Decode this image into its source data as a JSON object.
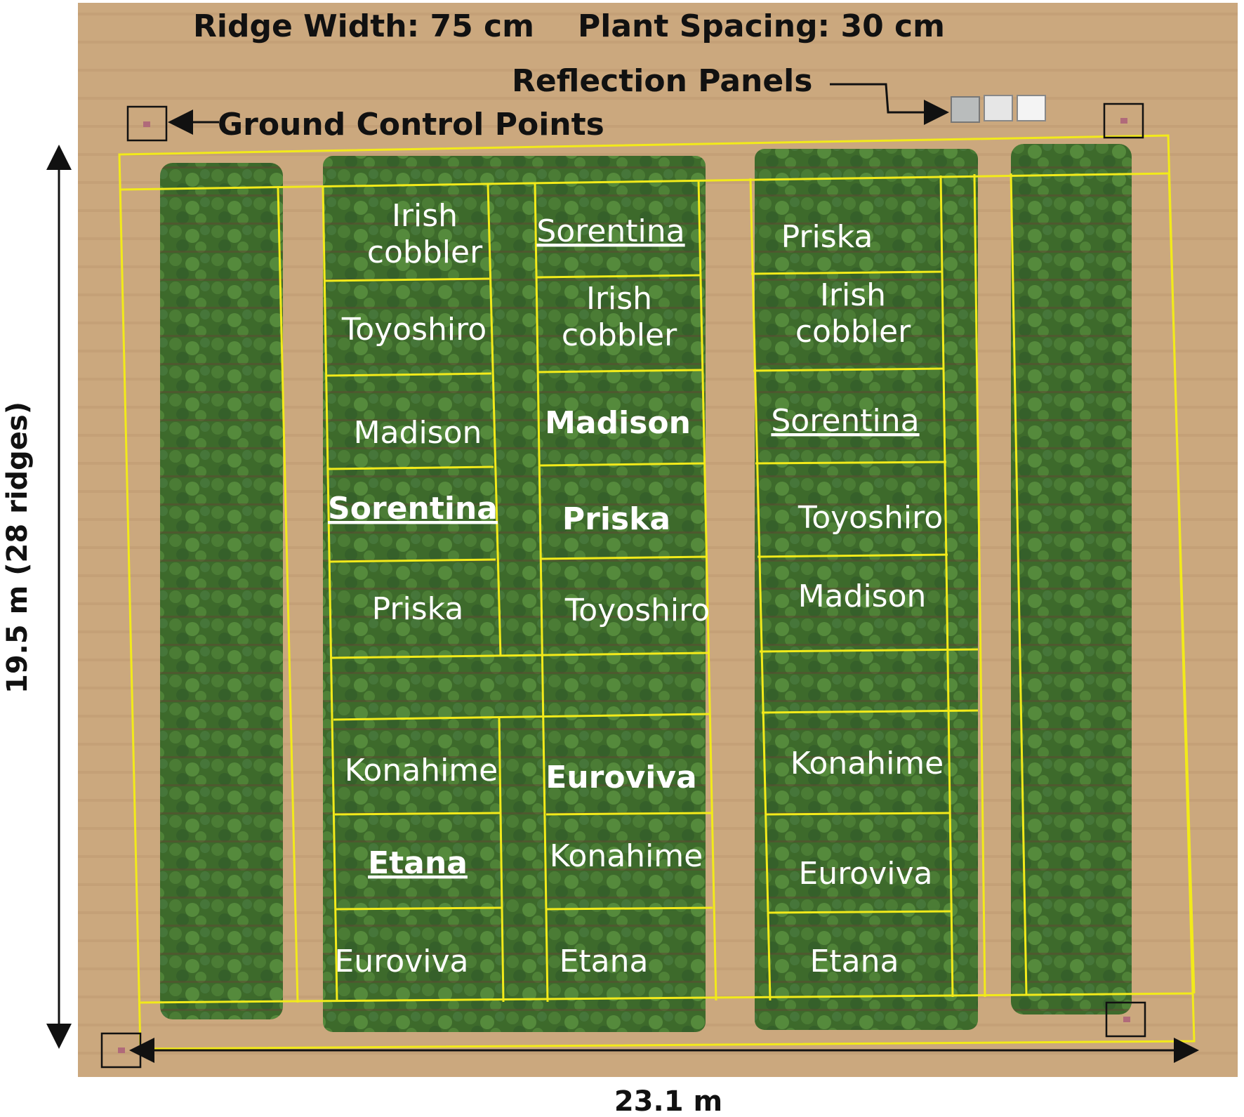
{
  "header": {
    "ridge_width": "Ridge Width: 75 cm",
    "plant_spacing": "Plant Spacing: 30 cm"
  },
  "annotations": {
    "reflection_panels": "Reflection Panels",
    "ground_control_points": "Ground Control Points",
    "height_dimension": "19.5 m (28 ridges)",
    "width_dimension": "23.1 m"
  },
  "plots": {
    "block1": [
      {
        "line1": "Irish",
        "line2": "cobbler",
        "bold": false,
        "underline": false
      },
      {
        "line1": "Toyoshiro",
        "bold": false,
        "underline": false
      },
      {
        "line1": "Madison",
        "bold": false,
        "underline": false
      },
      {
        "line1": "Sorentina",
        "bold": true,
        "underline": true
      },
      {
        "line1": "Priska",
        "bold": false,
        "underline": false
      },
      {
        "line1": "Konahime",
        "bold": false,
        "underline": false
      },
      {
        "line1": "Etana",
        "bold": true,
        "underline": true
      },
      {
        "line1": "Euroviva",
        "bold": false,
        "underline": false
      }
    ],
    "block2": [
      {
        "line1": "Sorentina",
        "bold": false,
        "underline": true
      },
      {
        "line1": "Irish",
        "line2": "cobbler",
        "bold": false,
        "underline": false
      },
      {
        "line1": "Madison",
        "bold": true,
        "underline": false
      },
      {
        "line1": "Priska",
        "bold": true,
        "underline": false
      },
      {
        "line1": "Toyoshiro",
        "bold": false,
        "underline": false
      },
      {
        "line1": "Euroviva",
        "bold": true,
        "underline": false
      },
      {
        "line1": "Konahime",
        "bold": false,
        "underline": false
      },
      {
        "line1": "Etana",
        "bold": false,
        "underline": false
      }
    ],
    "block3": [
      {
        "line1": "Priska",
        "bold": false,
        "underline": false
      },
      {
        "line1": "Irish",
        "line2": "cobbler",
        "bold": false,
        "underline": false
      },
      {
        "line1": "Sorentina",
        "bold": false,
        "underline": true
      },
      {
        "line1": "Toyoshiro",
        "bold": false,
        "underline": false
      },
      {
        "line1": "Madison",
        "bold": false,
        "underline": false
      },
      {
        "line1": "Konahime",
        "bold": false,
        "underline": false
      },
      {
        "line1": "Euroviva",
        "bold": false,
        "underline": false
      },
      {
        "line1": "Etana",
        "bold": false,
        "underline": false
      }
    ]
  },
  "colors": {
    "soil": "#c9a67c",
    "plant": "#3f6a2c",
    "plot_border": "#f2ea1a",
    "text_dark": "#111111",
    "text_light": "#ffffff"
  }
}
